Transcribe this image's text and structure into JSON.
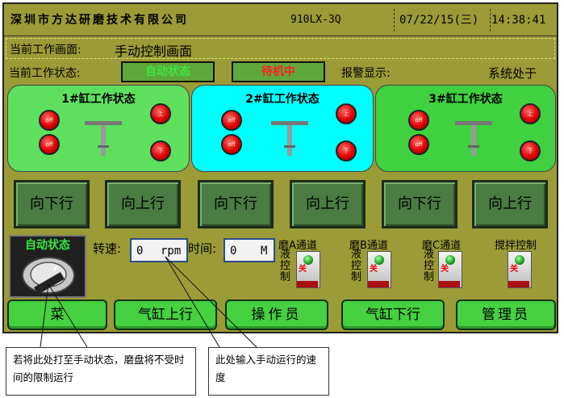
{
  "header": {
    "company": "深圳市方达研磨技术有限公司",
    "model": "910LX-3Q",
    "date": "07/22/15",
    "weekday": "(三)",
    "time": "14:38:41"
  },
  "info": {
    "screen_label": "当前工作画面:",
    "screen_value": "手动控制画面",
    "state_label": "当前工作状态:",
    "state_value": "自动状态",
    "machine_state": "待机中",
    "alarm_label": "报警显示:",
    "alarm_value": "系统处于"
  },
  "cylinders": [
    {
      "title": "1#缸工作状态",
      "lamp_labels": [
        "off",
        "off",
        "上",
        "下"
      ],
      "color": "#5ee05e"
    },
    {
      "title": "2#缸工作状态",
      "lamp_labels": [
        "off",
        "off",
        "上",
        "下"
      ],
      "color": "#00ffff"
    },
    {
      "title": "3#缸工作状态",
      "lamp_labels": [
        "off",
        "off",
        "上",
        "下"
      ],
      "color": "#3fd13f"
    }
  ],
  "move_buttons": [
    "向下行",
    "向上行",
    "向下行",
    "向上行",
    "向下行",
    "向上行"
  ],
  "controls": {
    "mode_label": "自动状态",
    "speed_label": "转速:",
    "speed_value": "0",
    "speed_unit": "rpm",
    "time_label": "时间:",
    "time_value": "0",
    "time_unit": "M",
    "channels": [
      {
        "title": "磨A通道",
        "vertical": "液\n控\n制",
        "switch_label": "关"
      },
      {
        "title": "磨B通道",
        "vertical": "液\n控\n制",
        "switch_label": "关"
      },
      {
        "title": "磨C通道",
        "vertical": "液\n控\n制",
        "switch_label": "关"
      },
      {
        "title": "搅拌控制",
        "vertical": "",
        "switch_label": "关"
      }
    ]
  },
  "bottom_buttons": [
    "菜",
    "气缸上行",
    "操作员",
    "气缸下行",
    "管理员"
  ],
  "callouts": {
    "left": "若将此处打至手动状态，磨盘将不受时间的限制运行",
    "right": "此处输入手动运行的速度"
  }
}
